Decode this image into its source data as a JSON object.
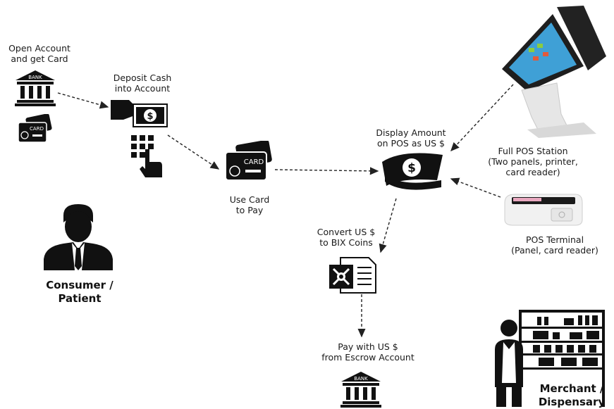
{
  "labels": {
    "open_account": "Open Account\nand get Card",
    "deposit_cash": "Deposit Cash\ninto Account",
    "use_card": "Use Card\nto Pay",
    "display_amount": "Display Amount\non POS as US $",
    "full_pos": "Full POS Station\n(Two panels, printer,\ncard reader)",
    "pos_terminal": "POS Terminal\n(Panel, card reader)",
    "convert": "Convert US $\nto BIX Coins",
    "pay_escrow": "Pay with US $\nfrom Escrow Account",
    "consumer": "Consumer /\nPatient",
    "merchant": "Merchant /\nDispensary"
  },
  "icon_text": {
    "bank": "BANK",
    "card": "CARD"
  },
  "icons": [
    "bank-icon",
    "card-icon",
    "cash-hand-icon",
    "keypad-icon",
    "card-icon",
    "cash-icon",
    "pos-station-image",
    "pos-terminal-image",
    "convert-document-icon",
    "bank-icon",
    "consumer-icon",
    "merchant-icon"
  ]
}
